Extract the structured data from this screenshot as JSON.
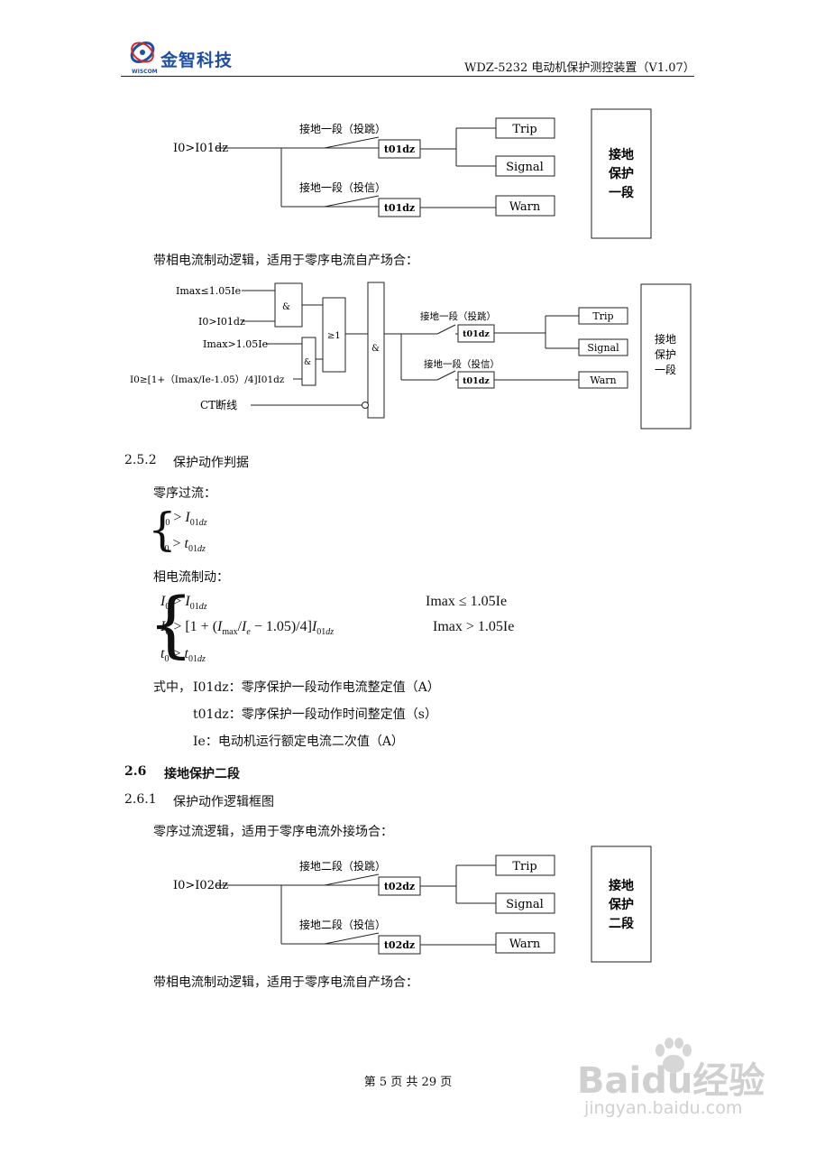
{
  "header": {
    "logo_cn": "金智科技",
    "logo_en": "WISCOM",
    "title": "WDZ-5232 电动机保护测控装置（V1.07）"
  },
  "diagram1": {
    "input": "I0>I01dz",
    "branch_trip": "接地一段（投跳）",
    "branch_warn": "接地一段（投信）",
    "timer": "t01dz",
    "out_trip": "Trip",
    "out_signal": "Signal",
    "out_warn": "Warn",
    "block_lines": [
      "接地",
      "保护",
      "一段"
    ]
  },
  "para1": "带相电流制动逻辑，适用于零序电流自产场合：",
  "diagram2": {
    "in1": "Imax≤1.05Ie",
    "in2": "I0>I01dz",
    "in3": "Imax>1.05Ie",
    "in4": "I0≥[1+（Imax/Ie-1.05）/4]I01dz",
    "in5": "CT断线",
    "and": "&",
    "or": "≥1",
    "branch_trip": "接地一段（投跳）",
    "branch_warn": "接地一段（投信）",
    "timer": "t01dz",
    "out_trip": "Trip",
    "out_signal": "Signal",
    "out_warn": "Warn",
    "block_lines": [
      "接地",
      "保护",
      "一段"
    ]
  },
  "sec252": {
    "num": "2.5.2",
    "title": "保护动作判据"
  },
  "crit1_label": "零序过流：",
  "crit2_label": "相电流制动：",
  "cond1": "Imax ≤ 1.05Ie",
  "cond2": "Imax > 1.05Ie",
  "where": {
    "prefix": "式中，",
    "l1": "I01dz：零序保护一段动作电流整定值（A）",
    "l2": "t01dz：零序保护一段动作时间整定值（s）",
    "l3": "Ie：电动机运行额定电流二次值（A）"
  },
  "sec26": {
    "num": "2.6",
    "title": "接地保护二段"
  },
  "sec261": {
    "num": "2.6.1",
    "title": "保护动作逻辑框图"
  },
  "para2": "零序过流逻辑，适用于零序电流外接场合：",
  "diagram3": {
    "input": "I0>I02dz",
    "branch_trip": "接地二段（投跳）",
    "branch_warn": "接地二段（投信）",
    "timer": "t02dz",
    "out_trip": "Trip",
    "out_signal": "Signal",
    "out_warn": "Warn",
    "block_lines": [
      "接地",
      "保护",
      "二段"
    ]
  },
  "para3": "带相电流制动逻辑，适用于零序电流自产场合：",
  "footer": "第 5 页 共 29 页",
  "watermark": {
    "brand": "Baidu经验",
    "url": "jingyan.baidu.com"
  }
}
